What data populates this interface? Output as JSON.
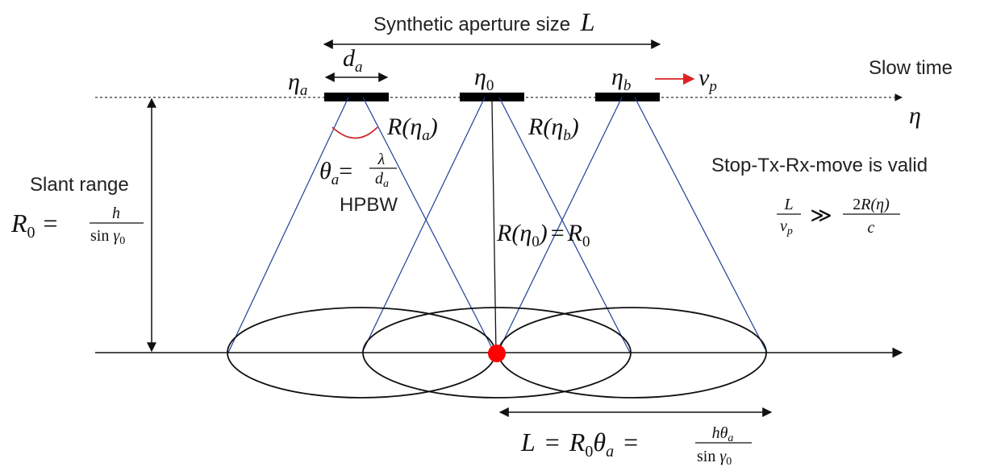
{
  "title": {
    "prefix": "Synthetic aperture size",
    "var": "L"
  },
  "platform": {
    "eta_a": "η",
    "eta_a_sub": "a",
    "eta_0": "η",
    "eta_0_sub": "0",
    "eta_b": "η",
    "eta_b_sub": "b",
    "d_a": "d",
    "d_a_sub": "a",
    "velocity": "v",
    "velocity_sub": "p"
  },
  "axis": {
    "slow_time_label": "Slow time",
    "eta_symbol": "η"
  },
  "ranges": {
    "r_eta_a": "R(η",
    "r_eta_a_sub": "a",
    "r_eta_a_close": ")",
    "r_eta_b": "R(η",
    "r_eta_b_sub": "b",
    "r_eta_b_close": ")",
    "r_eta_0_lhs": "R(η",
    "r_eta_0_sub": "0",
    "r_eta_0_mid": ")",
    "r_eta_0_eq": "=",
    "r_eta_0_rhs": "R",
    "r_eta_0_rhs_sub": "0"
  },
  "beam": {
    "theta": "θ",
    "theta_sub": "a",
    "eq": "=",
    "num": "λ",
    "den": "d",
    "den_sub": "a",
    "hpbw": "HPBW"
  },
  "slant": {
    "label": "Slant range",
    "lhs": "R",
    "lhs_sub": "0",
    "eq": "=",
    "num": "h",
    "den_fn": "sin",
    "den_var": "γ",
    "den_sub": "0"
  },
  "stop": {
    "label": "Stop-Tx-Rx-move is valid",
    "lhs_num": "L",
    "lhs_den": "v",
    "lhs_den_sub": "p",
    "op": "≫",
    "rhs_num_coef": "2",
    "rhs_num_fn": "R(η)",
    "rhs_den": "c"
  },
  "footprint": {
    "lhs": "L",
    "eq1": "=",
    "mid": "R",
    "mid_sub": "0",
    "mid_theta": "θ",
    "mid_theta_sub": "a",
    "eq2": "=",
    "num": "hθ",
    "num_sub": "a",
    "den_fn": "sin",
    "den_var": "γ",
    "den_sub": "0"
  },
  "colors": {
    "beam_lines": "#1f3f99",
    "target": "#ff0000",
    "velocity_arrow": "#dd2222",
    "beam_arc": "#cc2222",
    "ink": "#111111"
  }
}
